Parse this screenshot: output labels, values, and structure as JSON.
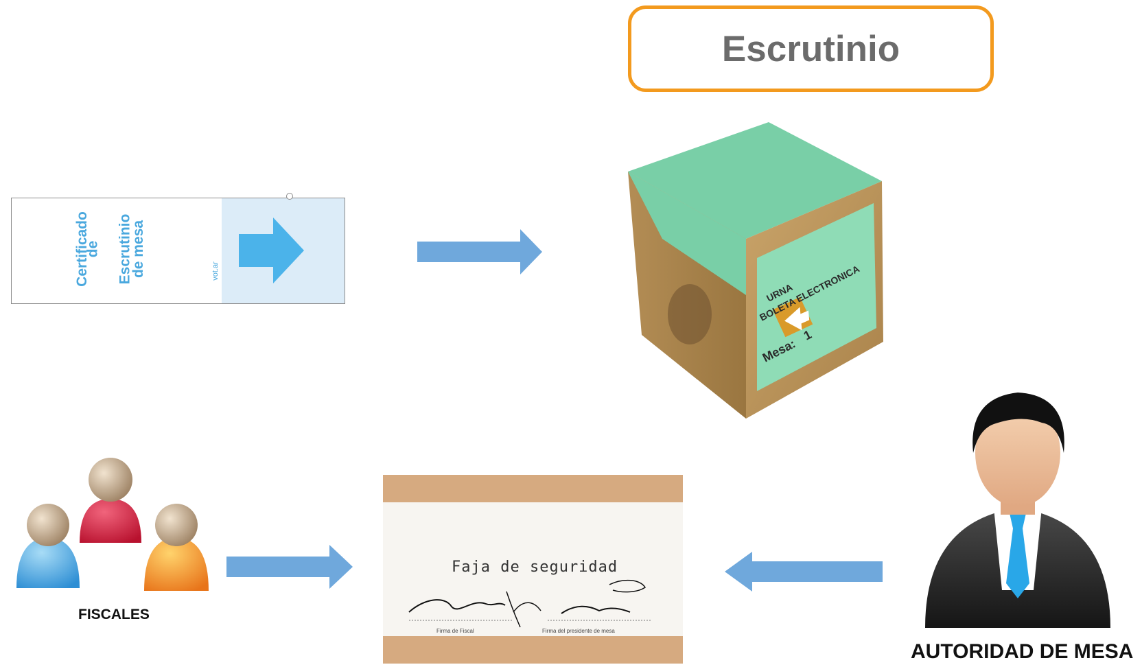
{
  "title": "Escrutinio",
  "certificate": {
    "lines": [
      "Certificado",
      "de",
      "Escrutinio",
      "de mesa"
    ],
    "brand": "vot.ar"
  },
  "ballot_box": {
    "label_line1": "URNA",
    "label_line2": "BOLETA ELECTRONICA",
    "mesa_label": "Mesa:",
    "mesa_number": "1"
  },
  "security_tape": {
    "title": "Faja de seguridad",
    "sign_left": "Firma de Fiscal",
    "sign_right": "Firma del presidente de mesa"
  },
  "labels": {
    "fiscales": "FISCALES",
    "autoridad": "AUTORIDAD DE MESA"
  },
  "colors": {
    "accent_orange": "#f39a1e",
    "arrow_blue": "#6fa8dc",
    "title_gray": "#6b6b6b"
  }
}
